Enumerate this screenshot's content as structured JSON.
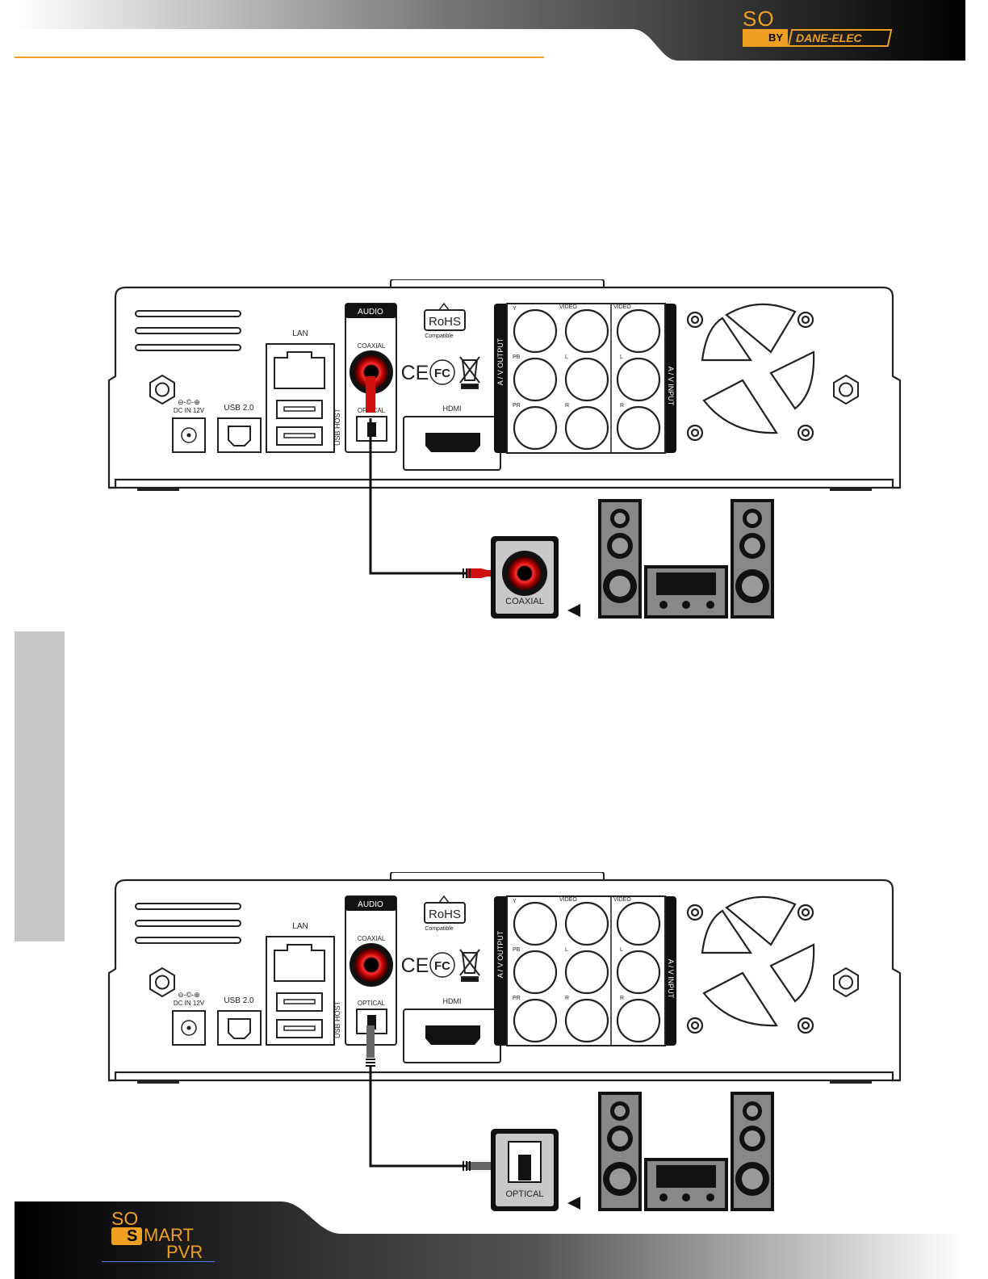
{
  "header": {
    "logo_top": "SO",
    "logo_by": "BY",
    "logo_brand": "DANE-ELEC"
  },
  "device_panel": {
    "audio_header": "AUDIO",
    "coaxial_label": "COAXIAL",
    "optical_label": "OPTICAL",
    "lan_label": "LAN",
    "usb2_label": "USB 2.0",
    "usb_host_label": "USB HOST",
    "dc_label": "DC IN 12V",
    "hdmi_label": "HDMI",
    "rohs_label": "RoHS",
    "rohs_sub": "Compatible",
    "ce_label": "CE",
    "fc_label": "FC",
    "av_output_label": "A / V OUTPUT",
    "av_input_label": "A / V INPUT",
    "jack_labels": {
      "y": "Y",
      "pb": "PB",
      "pr": "PR",
      "video_out": "VIDEO",
      "l_out": "L",
      "r_out": "R",
      "video_in": "VIDEO",
      "l_in": "L",
      "r_in": "R"
    }
  },
  "diagrams": [
    {
      "connection": "coaxial",
      "receiver_label": "COAXIAL"
    },
    {
      "connection": "optical",
      "receiver_label": "OPTICAL"
    }
  ],
  "footer": {
    "logo_so": "SO",
    "logo_s": "S",
    "logo_mart": "MART",
    "logo_pvr": "PVR"
  },
  "colors": {
    "accent_orange": "#f0a020",
    "coax_red": "#d01010",
    "dark": "#111111"
  }
}
